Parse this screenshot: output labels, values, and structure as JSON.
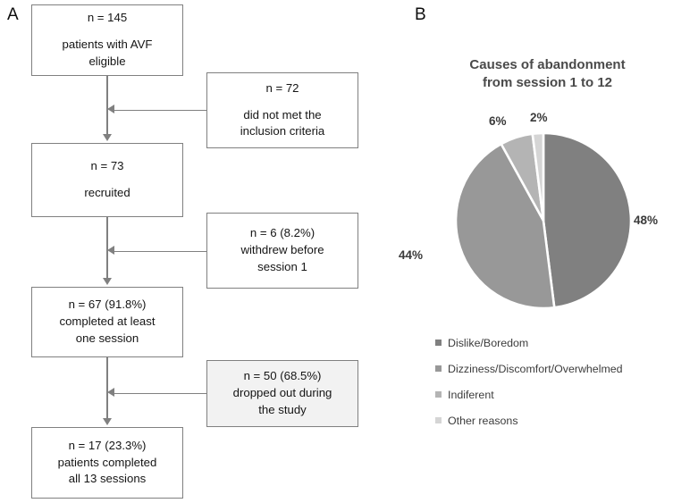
{
  "figure": {
    "panels": [
      {
        "letter": "A",
        "name": "study-flow-diagram"
      },
      {
        "letter": "B",
        "name": "abandonment-pie-chart"
      }
    ]
  },
  "flowchart": {
    "main_boxes": [
      {
        "id": "eligible",
        "line1": "n = 145",
        "line2": "patients with AVF",
        "line3": "eligible",
        "shaded": false
      },
      {
        "id": "recruited",
        "line1": "n = 73",
        "line2": "recruited",
        "line3": "",
        "shaded": false
      },
      {
        "id": "completed-one",
        "line1": "n = 67 (91.8%)",
        "line2": "completed at least",
        "line3": "one session",
        "shaded": false
      },
      {
        "id": "completed-all",
        "line1": "n = 17 (23.3%)",
        "line2": "patients completed",
        "line3": "all 13 sessions",
        "shaded": false
      }
    ],
    "side_boxes": [
      {
        "id": "not-met-criteria",
        "line1": "n = 72",
        "line2": "did not met the",
        "line3": "inclusion criteria",
        "shaded": false
      },
      {
        "id": "withdrew",
        "line1": "n = 6 (8.2%)",
        "line2": "withdrew before",
        "line3": "session 1",
        "shaded": false
      },
      {
        "id": "dropped-out",
        "line1": "n = 50 (68.5%)",
        "line2": "dropped out during",
        "line3": "the study",
        "shaded": true
      }
    ]
  },
  "chart_data": {
    "type": "pie",
    "title": "Causes of abandonment from session 1 to 12",
    "title_line1": "Causes of abandonment",
    "title_line2": "from session 1 to 12",
    "categories": [
      "Dislike/Boredom",
      "Dizziness/Discomfort/Overwhelmed",
      "Indiferent",
      "Other reasons"
    ],
    "values": [
      48,
      44,
      6,
      2
    ],
    "value_labels": [
      "48%",
      "44%",
      "6%",
      "2%"
    ],
    "colors": [
      "#808080",
      "#989898",
      "#b4b4b4",
      "#d5d5d5"
    ],
    "legend_position": "bottom-left",
    "units": "percent",
    "xlabel": "",
    "ylabel": ""
  }
}
